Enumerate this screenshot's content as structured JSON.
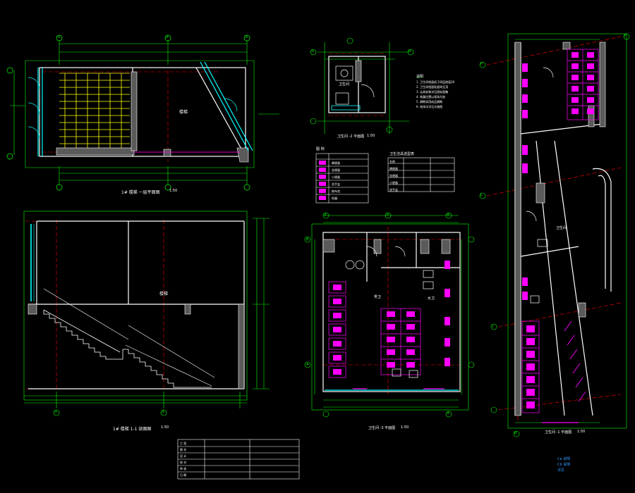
{
  "drawing": {
    "background": "#000000",
    "colors": {
      "wall": "#ffffff",
      "dim": "#00ff00",
      "axis": "#ff0000",
      "fixture": "#ff00ff",
      "stair": "#ffff00",
      "glass": "#00ffff",
      "note": "#3399ff"
    },
    "grid_bubbles": {
      "top_plan": [
        "①",
        "②",
        "③"
      ],
      "section": [
        "①",
        "②"
      ],
      "toilet_plan": [
        "②",
        "③",
        "④",
        "⑤",
        "A",
        "B"
      ],
      "long_plan": [
        "F",
        "P",
        "L",
        "J",
        "B"
      ],
      "small_plan": [
        "①",
        "②"
      ]
    },
    "titles": {
      "top_plan": "1# 楼梯 一层平面图",
      "section": "1# 楼梯 1-1 剖面图",
      "small_plan": "卫生间 -2 平面图",
      "toilet_plan": "卫生间 -3 平面图",
      "long_plan": "卫生间 -1 平面图"
    },
    "scales": {
      "top_plan": "1:50",
      "section": "1:50",
      "small_plan": "1:50",
      "toilet_plan": "1:50",
      "long_plan": "1:50"
    },
    "room_labels": {
      "stair_room": "楼梯",
      "section_hall": "楼梯",
      "small_room": "卫生间",
      "toilet_m": "男卫",
      "toilet_f": "女卫",
      "long_room": "卫生间"
    },
    "legend_title": "图 例",
    "legend_rows": [
      "蹲便器",
      "坐便器",
      "小便器",
      "洗手盆",
      "拖布池",
      "地漏"
    ],
    "schedule_title": "卫生洁具选型表",
    "schedule_rows": [
      "名称",
      "蹲便器",
      "坐便器",
      "小便器",
      "洗手盆"
    ],
    "notes_title": "说明",
    "notes_lines": [
      "1. 卫生间地面低于同层地面20",
      "2. 卫生间墙面贴瓷砖至顶",
      "3. 洁具安装详见国标图集",
      "4. 地漏位置以现场为准",
      "5. 隔断采用成品隔断",
      "6. 给排水详见水施图"
    ],
    "title_block_rows": [
      "工 程",
      "图 名",
      "设 计",
      "校 对",
      "审 核",
      "日 期"
    ],
    "corner_notes": [
      "Ca 说明",
      "Cb 说明",
      "详见"
    ]
  }
}
